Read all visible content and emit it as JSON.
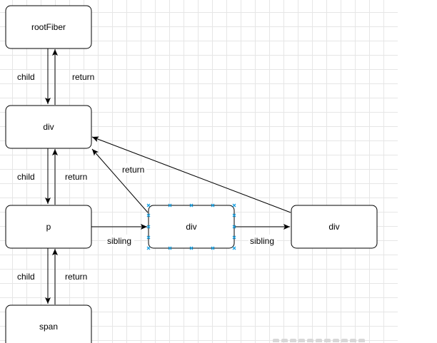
{
  "nodes": {
    "root": "rootFiber",
    "div1": "div",
    "p": "p",
    "span": "span",
    "div2": "div",
    "div3": "div"
  },
  "edges": {
    "root_div_child": "child",
    "root_div_return": "return",
    "div_p_child": "child",
    "div_p_return": "return",
    "p_span_child": "child",
    "p_span_return": "return",
    "p_div2_sibling": "sibling",
    "div2_div3_sibling": "sibling",
    "div2_div1_return": "return"
  },
  "colors": {
    "stroke": "#000000",
    "selection_handle": "#1ba1e2",
    "grid": "#e6e6e6"
  }
}
